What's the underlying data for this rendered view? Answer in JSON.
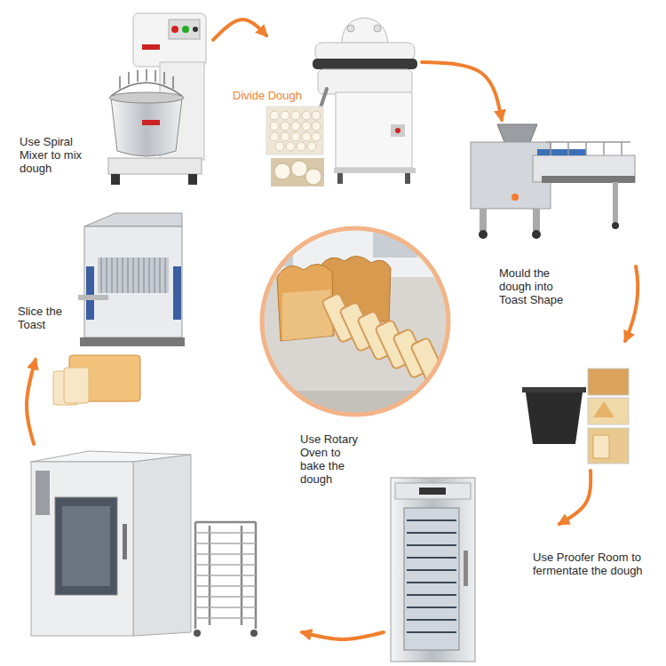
{
  "diagram": {
    "nodes": [
      {
        "text": [
          "Use Spiral Mixer to mix dough"
        ]
      },
      {
        "text": [
          "Divide Dough"
        ]
      },
      {
        "text": [
          "Mould the dough into Toast Shape"
        ]
      },
      {
        "text": [
          "Use Proofer Room to fermentate the dough"
        ]
      },
      {
        "text": [
          "Use Rotary Oven to bake the dough"
        ]
      },
      {
        "text": [
          "Slice the Toast"
        ]
      }
    ],
    "edges": [
      {
        "from": 0,
        "to": 1,
        "arrow": "to"
      },
      {
        "from": 1,
        "to": 2,
        "arrow": "to"
      },
      {
        "from": 2,
        "to": 3,
        "arrow": "to"
      },
      {
        "from": 3,
        "to": 4,
        "arrow": "to"
      },
      {
        "from": 4,
        "to": 5,
        "arrow": "to"
      }
    ]
  }
}
